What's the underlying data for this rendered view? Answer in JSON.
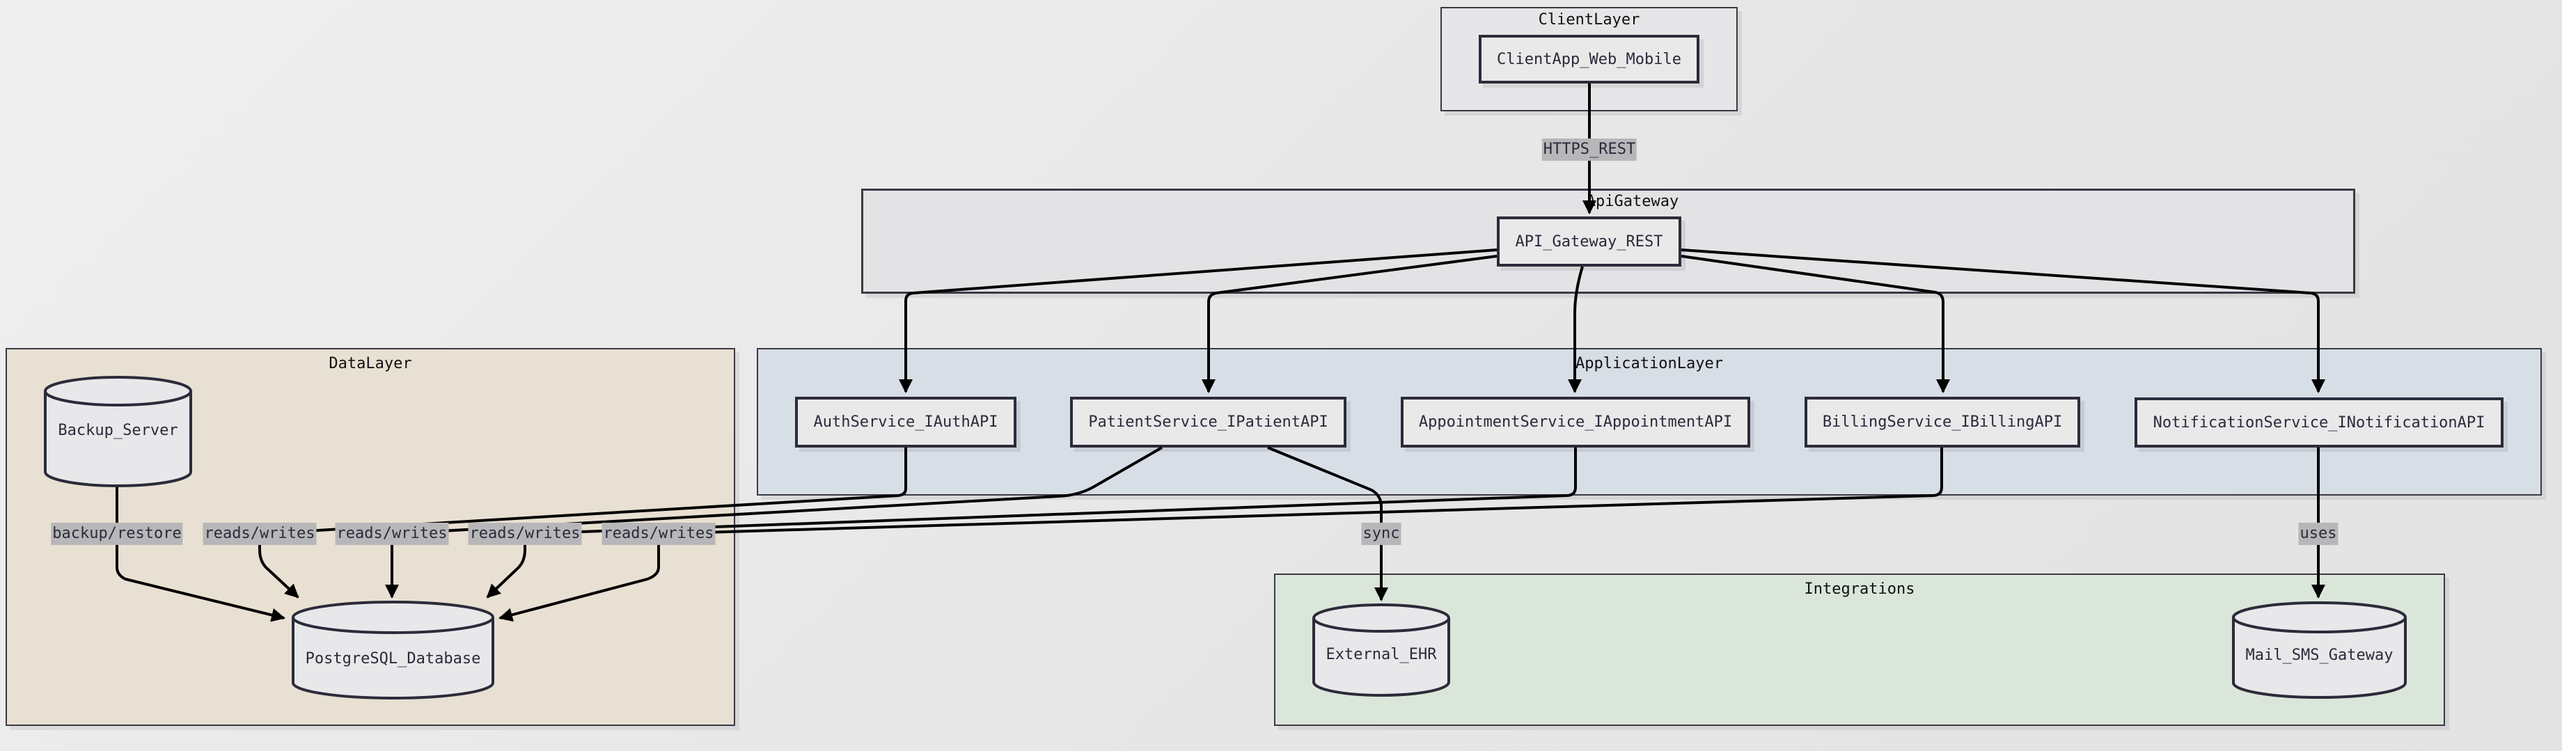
{
  "clusters": {
    "client": {
      "title": "ClientLayer",
      "color": "#e6e6e8"
    },
    "gateway": {
      "title": "ApiGateway",
      "color": "#e3e3e5"
    },
    "data": {
      "title": "DataLayer",
      "color": "#e8e0d2"
    },
    "application": {
      "title": "ApplicationLayer",
      "color": "#d8dee6"
    },
    "integrations": {
      "title": "Integrations",
      "color": "#dae6da"
    }
  },
  "nodes": {
    "client_app": "ClientApp_Web_Mobile",
    "api_gateway": "API_Gateway_REST",
    "auth": "AuthService_IAuthAPI",
    "patient": "PatientService_IPatientAPI",
    "appointment": "AppointmentService_IAppointmentAPI",
    "billing": "BillingService_IBillingAPI",
    "notification": "NotificationService_INotificationAPI",
    "backup": "Backup_Server",
    "postgres": "PostgreSQL_Database",
    "ehr": "External_EHR",
    "mail": "Mail_SMS_Gateway"
  },
  "edges": [
    {
      "from": "ClientApp_Web_Mobile",
      "to": "API_Gateway_REST",
      "label": "HTTPS_REST"
    },
    {
      "from": "API_Gateway_REST",
      "to": "AuthService_IAuthAPI",
      "label": ""
    },
    {
      "from": "API_Gateway_REST",
      "to": "PatientService_IPatientAPI",
      "label": ""
    },
    {
      "from": "API_Gateway_REST",
      "to": "AppointmentService_IAppointmentAPI",
      "label": ""
    },
    {
      "from": "API_Gateway_REST",
      "to": "BillingService_IBillingAPI",
      "label": ""
    },
    {
      "from": "API_Gateway_REST",
      "to": "NotificationService_INotificationAPI",
      "label": ""
    },
    {
      "from": "Backup_Server",
      "to": "PostgreSQL_Database",
      "label": "backup/restore"
    },
    {
      "from": "AuthService_IAuthAPI",
      "to": "PostgreSQL_Database",
      "label": "reads/writes"
    },
    {
      "from": "PatientService_IPatientAPI",
      "to": "PostgreSQL_Database",
      "label": "reads/writes"
    },
    {
      "from": "AppointmentService_IAppointmentAPI",
      "to": "PostgreSQL_Database",
      "label": "reads/writes"
    },
    {
      "from": "BillingService_IBillingAPI",
      "to": "PostgreSQL_Database",
      "label": "reads/writes"
    },
    {
      "from": "PatientService_IPatientAPI",
      "to": "External_EHR",
      "label": "sync"
    },
    {
      "from": "NotificationService_INotificationAPI",
      "to": "Mail_SMS_Gateway",
      "label": "uses"
    }
  ],
  "edge_labels": {
    "https": "HTTPS_REST",
    "backup": "backup/restore",
    "rw_auth": "reads/writes",
    "rw_patient": "reads/writes",
    "rw_appointment": "reads/writes",
    "rw_billing": "reads/writes",
    "sync": "sync",
    "uses": "uses"
  }
}
